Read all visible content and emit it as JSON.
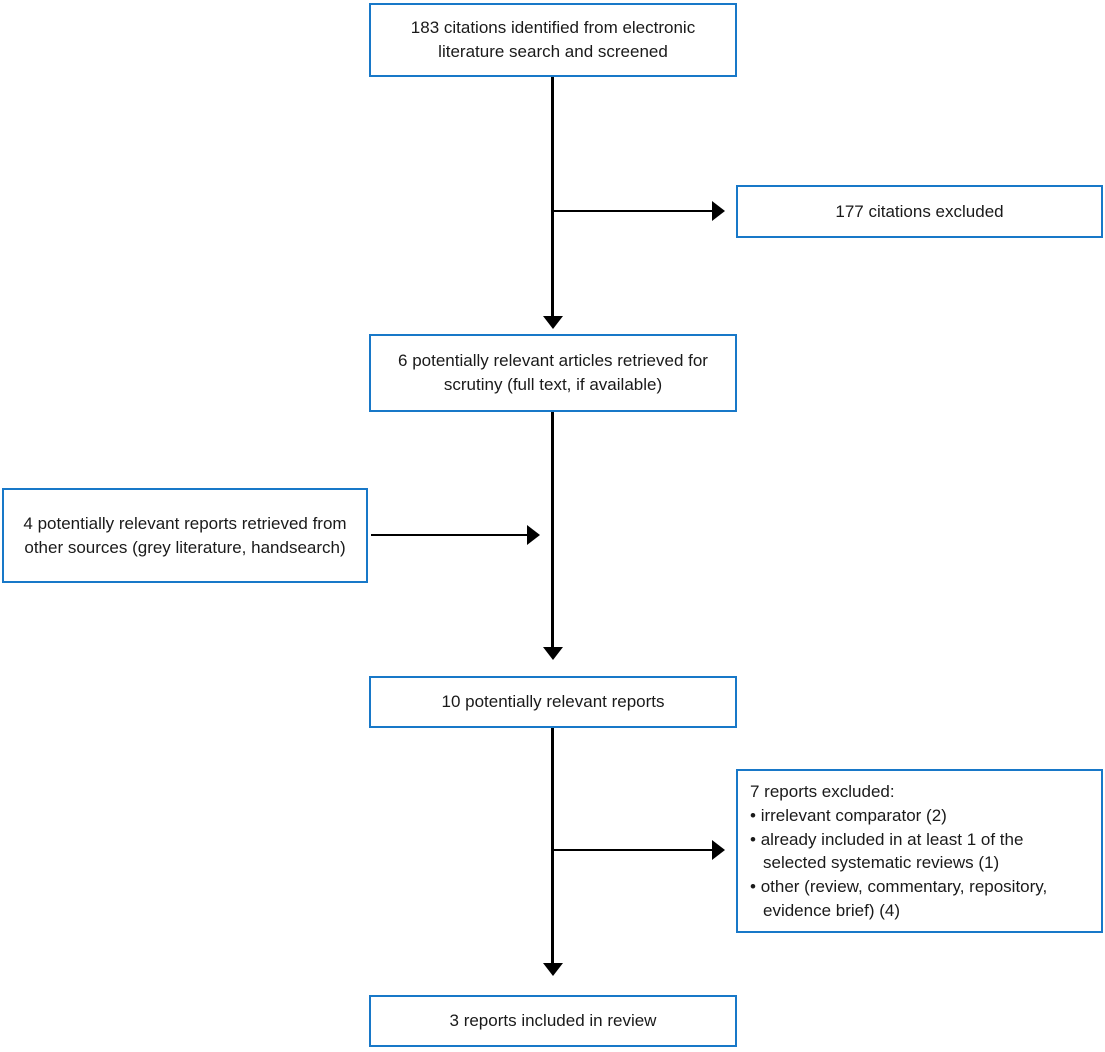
{
  "colors": {
    "box_border": "#1878c8",
    "arrow": "#000000",
    "text": "#1a1a1a",
    "background": "#ffffff"
  },
  "flowchart": {
    "nodes": {
      "identified": {
        "text": "183 citations identified from electronic literature search and screened"
      },
      "excluded_citations": {
        "text": "177 citations excluded"
      },
      "retrieved_articles": {
        "text": "6 potentially relevant articles retrieved for scrutiny (full text, if available)"
      },
      "other_sources": {
        "text": "4 potentially relevant reports retrieved from other sources (grey literature, handsearch)"
      },
      "potentially_relevant": {
        "text": "10 potentially relevant reports"
      },
      "excluded_reports": {
        "heading": "7 reports excluded:",
        "bullets": [
          "irrelevant comparator (2)",
          "already included in at least 1 of the selected systematic reviews (1)",
          "other (review, commentary, repository, evidence brief) (4)"
        ]
      },
      "included": {
        "text": "3 reports included in review"
      }
    }
  }
}
